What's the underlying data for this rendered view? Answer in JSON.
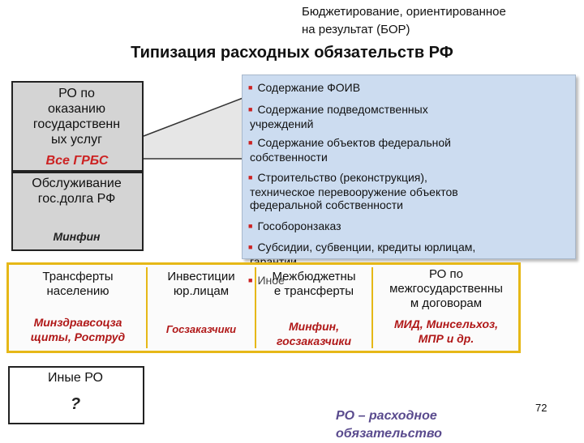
{
  "header": {
    "line1": "Бюджетирование, ориентированное",
    "line2": "на результат (БОР)"
  },
  "title": "Типизация расходных обязательств РФ",
  "ro_services": {
    "line1": "РО по",
    "line2": "оказанию",
    "line3": "государственн",
    "line4": "ых услуг",
    "agency": "Все ГРБС"
  },
  "debt": {
    "line1": "Обслуживание",
    "line2": "гос.долга РФ",
    "agency": "Минфин"
  },
  "service_items": [
    {
      "line1": "Содержание ФОИВ",
      "line2": ""
    },
    {
      "line1": "Содержание подведомственных",
      "line2": "учреждений"
    },
    {
      "line1": "Содержание объектов федеральной",
      "line2": "собственности"
    },
    {
      "line1": "Строительство (реконструкция),",
      "line2": "техническое перевооружение объектов",
      "line3": "федеральной собственности"
    },
    {
      "line1": "Гособоронзаказ",
      "line2": ""
    },
    {
      "line1": "Субсидии, субвенции, кредиты юрлицам,",
      "line2": "гарантии"
    },
    {
      "line1": "Иное",
      "line2": ""
    }
  ],
  "transfers": [
    {
      "line1": "Трансферты",
      "line2": "населению",
      "line3": "",
      "sub1": "Минздравсоцза",
      "sub2": "щиты, Роструд"
    },
    {
      "line1": "Инвестиции",
      "line2": "юр.лицам",
      "line3": "",
      "sub1": "Госзаказчики",
      "sub2": ""
    },
    {
      "line1": "Межбюджетны",
      "line2": "е трансферты",
      "line3": "",
      "sub1": "Минфин,",
      "sub2": "госзаказчики"
    },
    {
      "line1": "РО по",
      "line2": "межгосударственны",
      "line3": "м договорам",
      "sub1": "МИД, Минсельхоз,",
      "sub2": "МПР  и др."
    }
  ],
  "other": {
    "label": "Иные РО",
    "mark": "?"
  },
  "footer": {
    "line1": "РО – расходное",
    "line2": "обязательство"
  },
  "page_number": "72",
  "colors": {
    "accent_red": "#cc2222",
    "list_bg": "#ccdcf0",
    "border_gold": "#e6b817",
    "footer_purple": "#5a4b8e"
  }
}
